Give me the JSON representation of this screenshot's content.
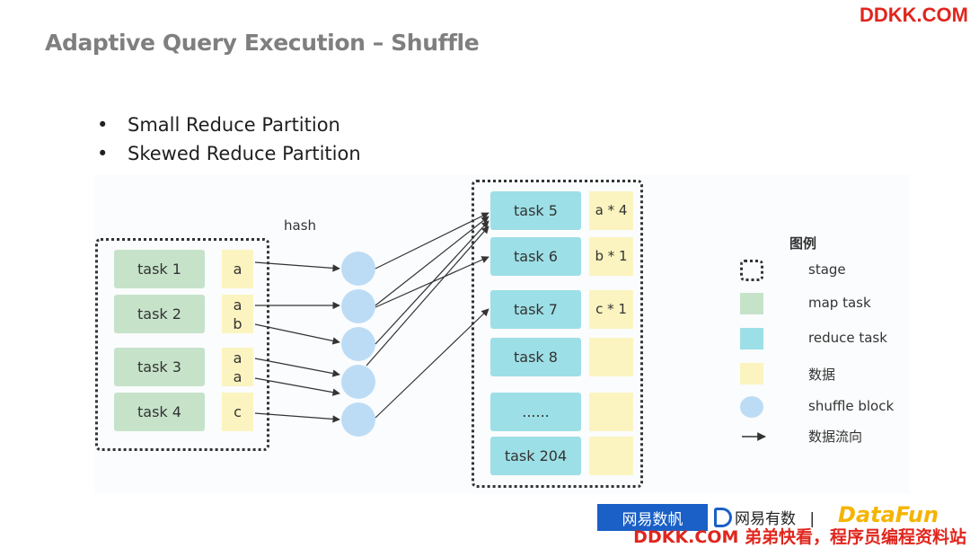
{
  "watermark_top": "DDKK.COM",
  "title": "Adaptive Query Execution – Shuffle",
  "bullets": [
    "Small Reduce Partition",
    "Skewed Reduce Partition"
  ],
  "diagram": {
    "hash_label": "hash",
    "map_tasks": [
      "task 1",
      "task 2",
      "task 3",
      "task 4"
    ],
    "map_data": [
      [
        "a"
      ],
      [
        "a",
        "b"
      ],
      [
        "a",
        "a"
      ],
      [
        "c"
      ]
    ],
    "reduce_tasks": [
      "task 5",
      "task 6",
      "task 7",
      "task 8",
      "......",
      "task 204"
    ],
    "reduce_data": [
      "a * 4",
      "b * 1",
      "c * 1",
      "",
      "",
      ""
    ]
  },
  "legend": {
    "title": "图例",
    "items": [
      {
        "symbol": "dotted-square",
        "label": "stage"
      },
      {
        "symbol": "green-square",
        "label": "map task"
      },
      {
        "symbol": "cyan-square",
        "label": "reduce task"
      },
      {
        "symbol": "yellow-square",
        "label": "数据"
      },
      {
        "symbol": "blue-circle",
        "label": "shuffle block"
      },
      {
        "symbol": "arrow",
        "label": "数据流向"
      }
    ]
  },
  "colors": {
    "map_task": "#c6e3c9",
    "reduce_task": "#9ddfe6",
    "data_block": "#fbf4c0",
    "shuffle_block": "#bcdcf6",
    "watermark": "#e0261d"
  },
  "logos": {
    "logo1": "网易数帆",
    "logo2": "网易有数",
    "separator": "|",
    "logo3": "DataFun"
  },
  "watermark_bottom": "DDKK.COM 弟弟快看，程序员编程资料站"
}
